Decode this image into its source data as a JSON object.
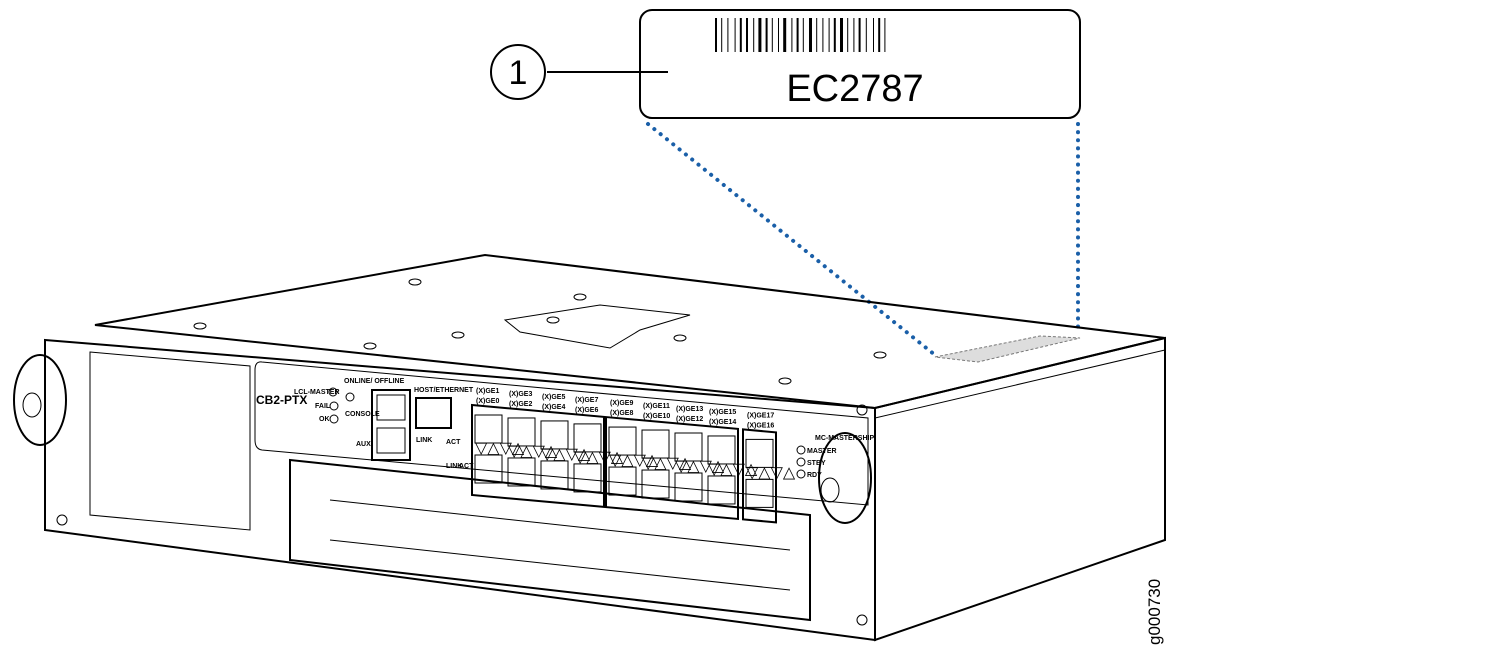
{
  "callout": {
    "number": "1"
  },
  "label": {
    "serial": "EC2787"
  },
  "panel": {
    "model": "CB2-PTX",
    "leds": [
      "LCL-MASTER",
      "FAIL",
      "OK"
    ],
    "online_offline": "ONLINE/ OFFLINE",
    "console": "CONSOLE",
    "aux": "AUX",
    "host_ethernet": "HOST/ETHERNET",
    "link": "LINK",
    "act": "ACT",
    "port_labels_top": [
      "(X)GE1",
      "(X)GE3",
      "(X)GE5",
      "(X)GE7",
      "(X)GE9",
      "(X)GE11",
      "(X)GE13",
      "(X)GE15",
      "(X)GE17"
    ],
    "port_labels_bottom": [
      "(X)GE0",
      "(X)GE2",
      "(X)GE4",
      "(X)GE6",
      "(X)GE8",
      "(X)GE10",
      "(X)GE12",
      "(X)GE14",
      "(X)GE16"
    ],
    "mc_mastership": "MC-MASTERSHIP",
    "mc_leds": [
      "MASTER",
      "STBY",
      "RDY"
    ]
  },
  "figure_id": "g000730",
  "colors": {
    "line": "#000000",
    "dots": "#1a5fa8",
    "label_area": "#dddddd"
  }
}
